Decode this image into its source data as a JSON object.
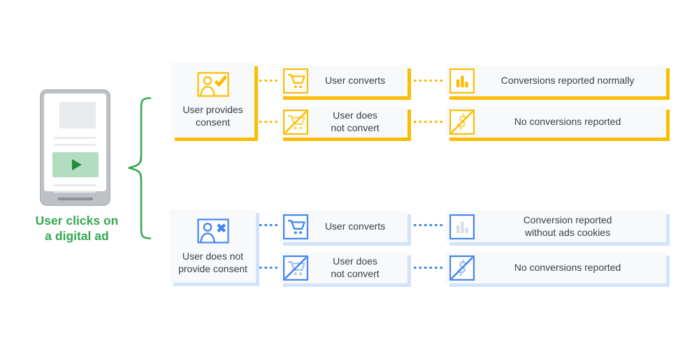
{
  "palette": {
    "yellow": "#fbbc04",
    "yellow_soft": "#fcd45f",
    "blue": "#4285f4",
    "blue_soft": "#a4c3f7",
    "blue_shadow": "#d2e3fc",
    "muted_bar": "#d8dee8",
    "green": "#34a853",
    "green_dark": "#1e8e3e",
    "green_video": "#b2ddc0",
    "card_bg": "#f8f9fa",
    "ink": "#3c4043",
    "phone_body": "#bdc1c6",
    "phone_detail": "#e8eaed",
    "home_bar": "#8b9197"
  },
  "device": {
    "caption": "User clicks on\na digital ad",
    "illustration_icons": [
      "smartphone-icon",
      "play-triangle-icon"
    ]
  },
  "brace_icon": "curly-brace-icon",
  "branches": [
    {
      "name": "consent",
      "accent": "yellow",
      "consent_box": {
        "icon": "person-check-icon",
        "label": "User provides\nconsent"
      },
      "outcomes": [
        {
          "icon": "cart-icon",
          "label": "User converts",
          "result": {
            "icon": "bar-chart-icon",
            "label": "Conversions reported normally"
          }
        },
        {
          "icon": "cart-slash-icon",
          "label": "User does\nnot convert",
          "result": {
            "icon": "dollar-slash-icon",
            "label": "No conversions reported"
          }
        }
      ]
    },
    {
      "name": "no-consent",
      "accent": "blue",
      "consent_box": {
        "icon": "person-x-icon",
        "label": "User does not\nprovide consent"
      },
      "outcomes": [
        {
          "icon": "cart-icon",
          "label": "User converts",
          "result": {
            "icon": "bar-chart-muted-icon",
            "label": "Conversion reported\nwithout ads cookies"
          }
        },
        {
          "icon": "cart-slash-icon",
          "label": "User does\nnot convert",
          "result": {
            "icon": "dollar-slash-icon",
            "label": "No conversions reported"
          }
        }
      ]
    }
  ]
}
